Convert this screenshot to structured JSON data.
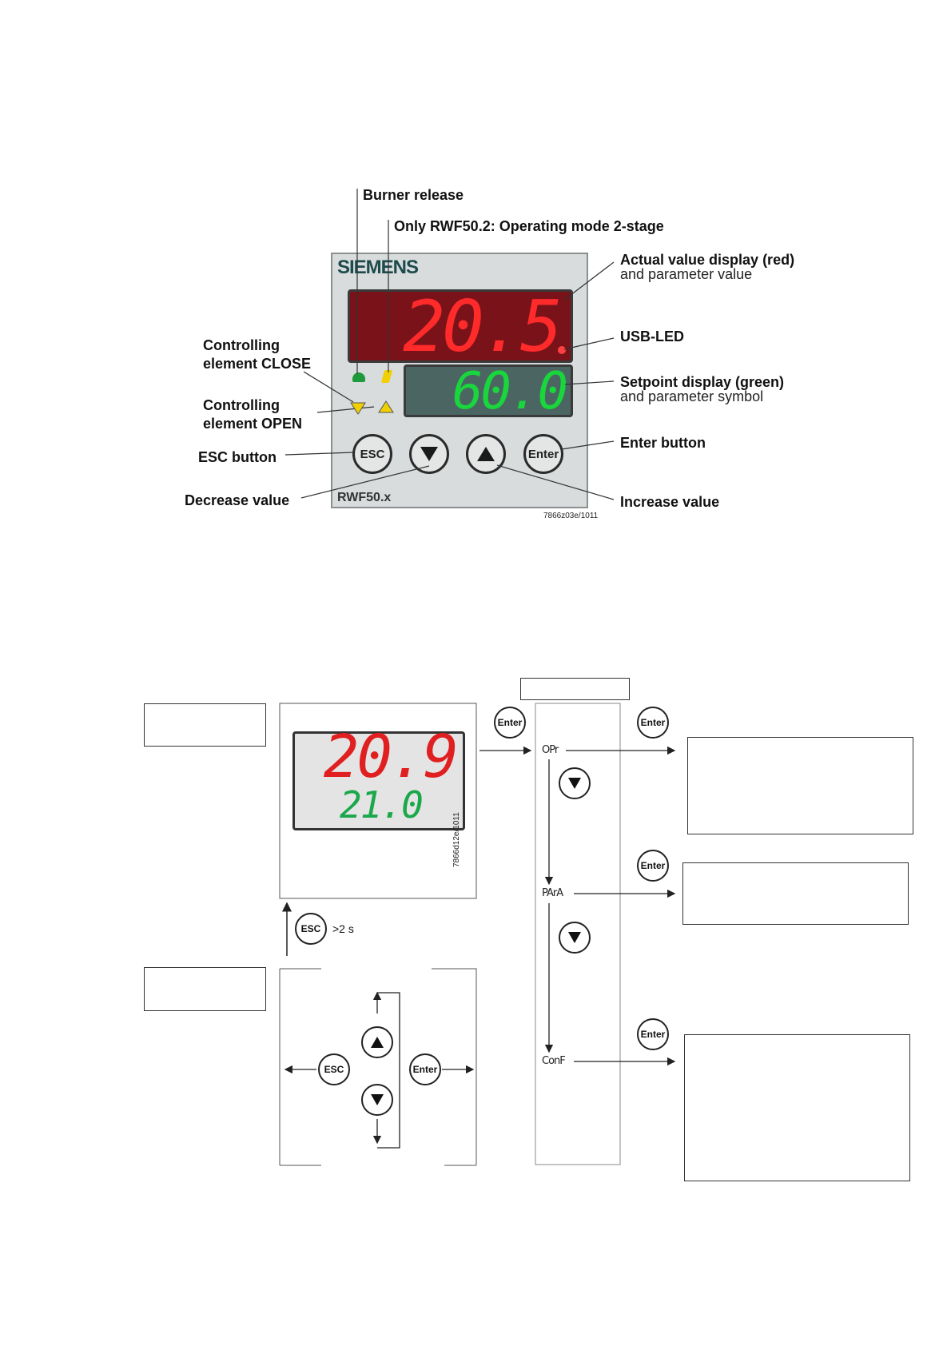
{
  "figure1": {
    "brand": "SIEMENS",
    "model": "RWF50.x",
    "actual_value": "20.5",
    "setpoint_value": "60.0",
    "figure_id": "7866z03e/1011",
    "buttons": {
      "esc": "ESC",
      "enter": "Enter"
    },
    "labels": {
      "burner_release": "Burner release",
      "two_stage": "Only RWF50.2: Operating mode 2-stage",
      "actual_value_title": "Actual value display (red)",
      "actual_value_sub": "and parameter value",
      "usb_led": "USB-LED",
      "setpoint_title": "Setpoint display (green)",
      "setpoint_sub": "and parameter symbol",
      "close_line1": "Controlling",
      "close_line2": "element CLOSE",
      "open_line1": "Controlling",
      "open_line2": "element OPEN",
      "esc_button": "ESC button",
      "enter_button": "Enter button",
      "decrease_value": "Decrease value",
      "increase_value": "Increase value"
    }
  },
  "figure2": {
    "display_red": "20.9",
    "display_green": "21.0",
    "figure_id": "7866d12e/1011",
    "esc_hold": ">2 s",
    "buttons": {
      "esc": "ESC",
      "enter": "Enter"
    },
    "menu": {
      "opr": "OPr",
      "para": "PArA",
      "conf": "ConF"
    }
  }
}
